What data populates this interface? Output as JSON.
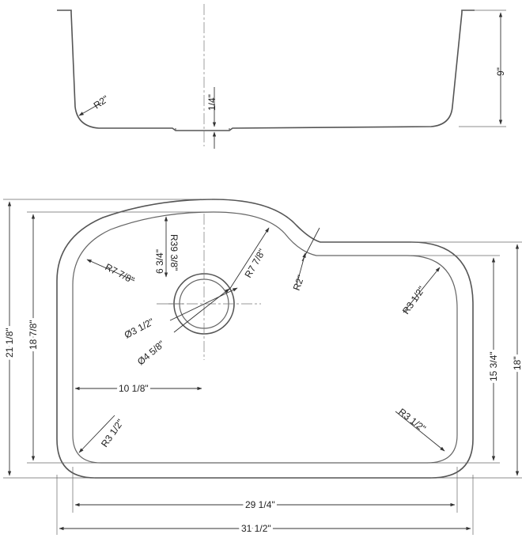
{
  "side_view": {
    "radius_label": "R2\"",
    "drain_depth_label": "1/4\"",
    "height_label": "9\""
  },
  "top_view": {
    "main_radius_label": "R39 3/8\"",
    "drain_offset_label": "6 3/4\"",
    "left_corner_radius_label": "R7 7/8\"",
    "notch_radius_label": "R7 7/8\"",
    "notch_small_radius_label": "R2\"",
    "right_top_radius_label": "R3 1/2\"",
    "right_bottom_radius_label": "R3 1/2\"",
    "left_bottom_radius_label": "R3 1/2\"",
    "drain_inner_diameter_label": "Ø3 1/2\"",
    "drain_outer_diameter_label": "Ø4 5/8\"",
    "drain_from_left_label": "10 1/8\"",
    "inner_width_label": "29 1/4\"",
    "outer_width_label": "31 1/2\"",
    "outer_depth_label": "21 1/8\"",
    "inner_depth_label": "18 7/8\"",
    "right_outer_depth_label": "18\"",
    "right_inner_depth_label": "15 3/4\""
  }
}
